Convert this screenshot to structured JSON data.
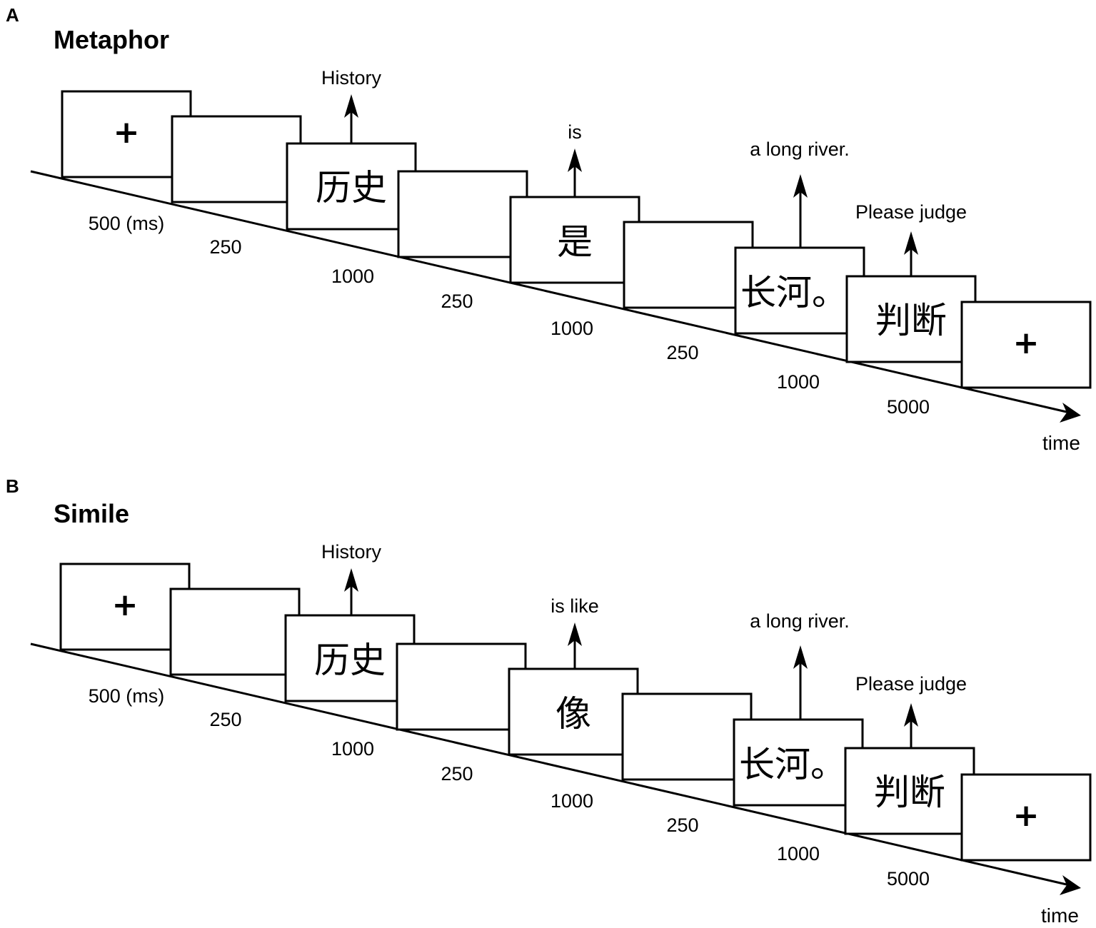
{
  "panels": [
    {
      "letter": "A",
      "title": "Metaphor",
      "frames": [
        {
          "stimulus": "+",
          "duration": "500 (ms)",
          "gloss": ""
        },
        {
          "stimulus": "",
          "duration": "250",
          "gloss": ""
        },
        {
          "stimulus": "历史",
          "duration": "1000",
          "gloss": "History"
        },
        {
          "stimulus": "",
          "duration": "250",
          "gloss": ""
        },
        {
          "stimulus": "是",
          "duration": "1000",
          "gloss": "is"
        },
        {
          "stimulus": "",
          "duration": "250",
          "gloss": ""
        },
        {
          "stimulus": "长河。",
          "duration": "1000",
          "gloss": "a long river."
        },
        {
          "stimulus": "判断",
          "duration": "5000",
          "gloss": "Please judge"
        },
        {
          "stimulus": "+",
          "duration": "",
          "gloss": ""
        }
      ],
      "axis_label": "time"
    },
    {
      "letter": "B",
      "title": "Simile",
      "frames": [
        {
          "stimulus": "+",
          "duration": "500 (ms)",
          "gloss": ""
        },
        {
          "stimulus": "",
          "duration": "250",
          "gloss": ""
        },
        {
          "stimulus": "历史",
          "duration": "1000",
          "gloss": "History"
        },
        {
          "stimulus": "",
          "duration": "250",
          "gloss": ""
        },
        {
          "stimulus": "像",
          "duration": "1000",
          "gloss": "is like"
        },
        {
          "stimulus": "",
          "duration": "250",
          "gloss": ""
        },
        {
          "stimulus": "长河。",
          "duration": "1000",
          "gloss": "a long river."
        },
        {
          "stimulus": "判断",
          "duration": "5000",
          "gloss": "Please judge"
        },
        {
          "stimulus": "+",
          "duration": "",
          "gloss": ""
        }
      ],
      "axis_label": "time"
    }
  ]
}
